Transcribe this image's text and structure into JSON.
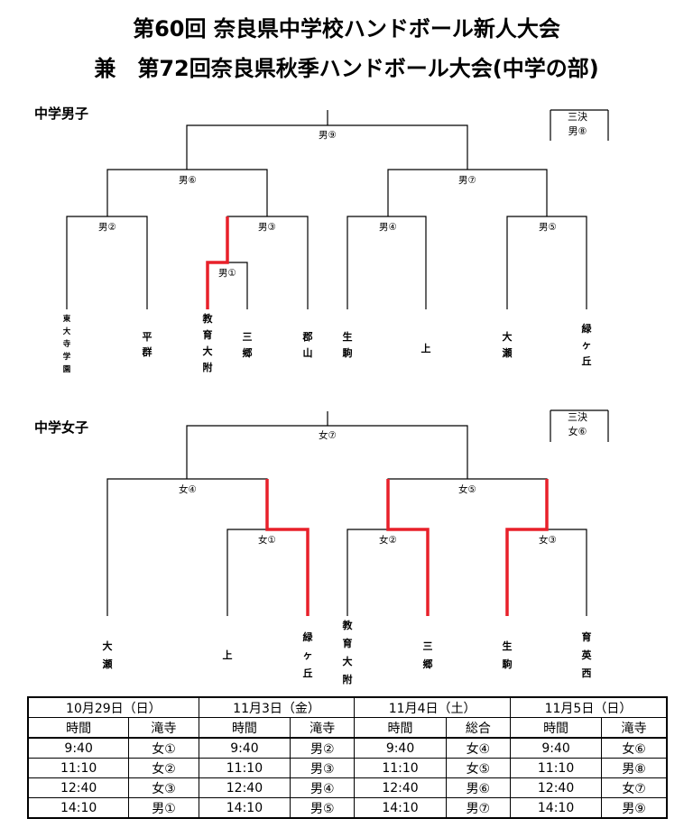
{
  "titles": {
    "line1": "第60回 奈良県中学校ハンドボール新人大会",
    "line2": "兼　第72回奈良県秋季ハンドボール大会(中学の部)"
  },
  "boys": {
    "label": "中学男子",
    "third_place": [
      "三決",
      "男⑧"
    ],
    "matches": {
      "m9": "男⑨",
      "m6": "男⑥",
      "m7": "男⑦",
      "m2": "男②",
      "m3": "男③",
      "m4": "男④",
      "m5": "男⑤",
      "m1": "男①"
    },
    "teams": [
      {
        "id": "b-todaiji",
        "chars": [
          "東",
          "大",
          "寺",
          "学",
          "園"
        ],
        "small": true
      },
      {
        "id": "b-heguri",
        "chars": [
          "平",
          "群"
        ]
      },
      {
        "id": "b-kyoiku",
        "chars": [
          "教",
          "育",
          "大",
          "附"
        ]
      },
      {
        "id": "b-sango",
        "chars": [
          "三",
          "郷"
        ]
      },
      {
        "id": "b-koriyama",
        "chars": [
          "郡",
          "山"
        ]
      },
      {
        "id": "b-ikoma",
        "chars": [
          "生",
          "駒"
        ]
      },
      {
        "id": "b-ue",
        "chars": [
          "上"
        ]
      },
      {
        "id": "b-ose",
        "chars": [
          "大",
          "瀬"
        ]
      },
      {
        "id": "b-midorigaoka",
        "chars": [
          "緑",
          "ヶ",
          "丘"
        ]
      }
    ]
  },
  "girls": {
    "label": "中学女子",
    "third_place": [
      "三決",
      "女⑥"
    ],
    "matches": {
      "w7": "女⑦",
      "w4": "女④",
      "w5": "女⑤",
      "w1": "女①",
      "w2": "女②",
      "w3": "女③"
    },
    "teams": [
      {
        "id": "g-ose",
        "chars": [
          "大",
          "瀬"
        ]
      },
      {
        "id": "g-ue",
        "chars": [
          "上"
        ]
      },
      {
        "id": "g-midorigaoka",
        "chars": [
          "緑",
          "ヶ",
          "丘"
        ]
      },
      {
        "id": "g-kyoiku",
        "chars": [
          "教",
          "育",
          "大",
          "附"
        ]
      },
      {
        "id": "g-sango",
        "chars": [
          "三",
          "郷"
        ]
      },
      {
        "id": "g-ikoma",
        "chars": [
          "生",
          "駒"
        ]
      },
      {
        "id": "g-ikuei",
        "chars": [
          "育",
          "英",
          "西"
        ]
      }
    ]
  },
  "colors": {
    "line": "#000000",
    "winner": "#e8202a"
  },
  "schedule": {
    "days": [
      "10月29日（日）",
      "11月3日（金）",
      "11月4日（土）",
      "11月5日（日）"
    ],
    "header_time": "時間",
    "venues": [
      "滝寺",
      "滝寺",
      "総合",
      "滝寺"
    ],
    "rows": [
      [
        "9:40",
        "女①",
        "9:40",
        "男②",
        "9:40",
        "女④",
        "9:40",
        "女⑥"
      ],
      [
        "11:10",
        "女②",
        "11:10",
        "男③",
        "11:10",
        "女⑤",
        "11:10",
        "男⑧"
      ],
      [
        "12:40",
        "女③",
        "12:40",
        "男④",
        "12:40",
        "男⑥",
        "12:40",
        "女⑦"
      ],
      [
        "14:10",
        "男①",
        "14:10",
        "男⑤",
        "14:10",
        "男⑦",
        "14:10",
        "男⑨"
      ]
    ]
  }
}
